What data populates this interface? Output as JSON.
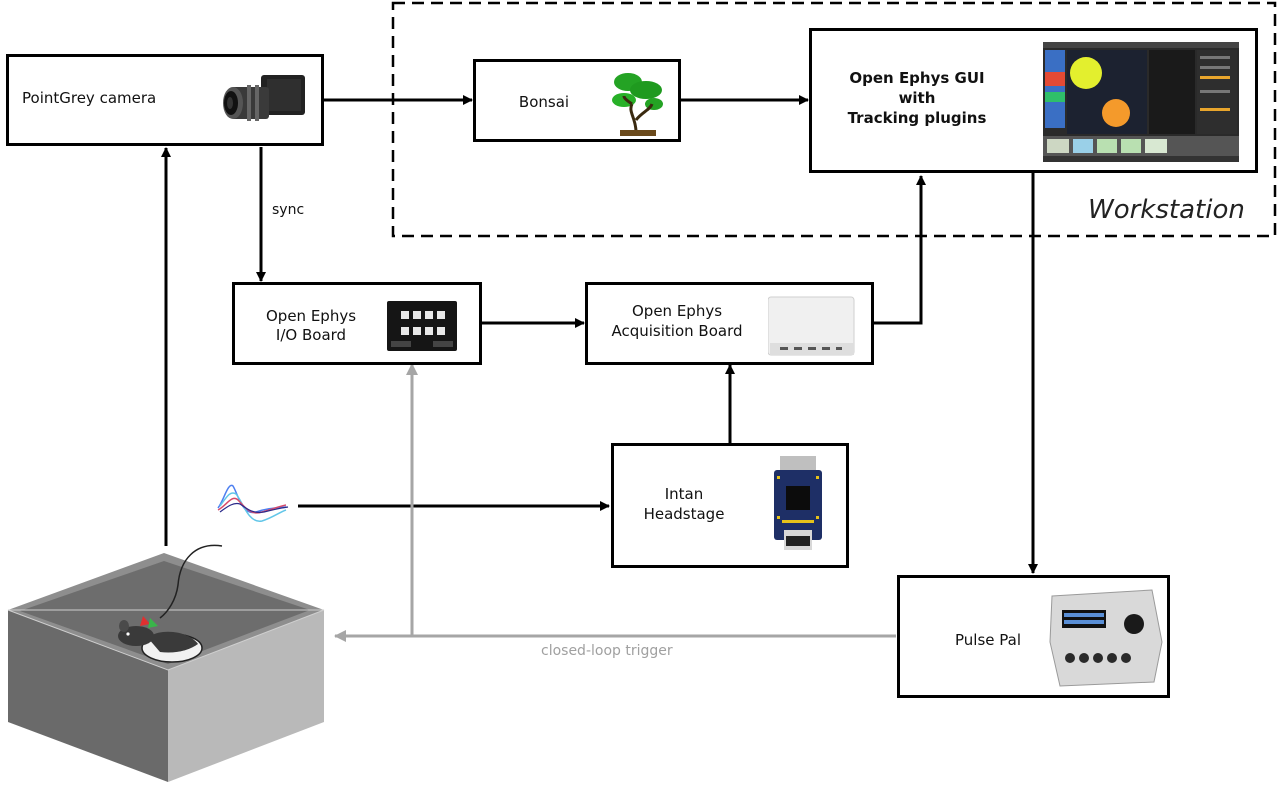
{
  "workstation": {
    "label": "Workstation"
  },
  "nodes": {
    "camera": {
      "label": "PointGrey camera"
    },
    "bonsai": {
      "label": "Bonsai"
    },
    "gui": {
      "line1": "Open Ephys GUI",
      "line2": "with",
      "line3": "Tracking plugins"
    },
    "io_board": {
      "line1": "Open Ephys",
      "line2": "I/O Board"
    },
    "acq_board": {
      "line1": "Open Ephys",
      "line2": "Acquisition Board"
    },
    "headstage": {
      "line1": "Intan",
      "line2": "Headstage"
    },
    "pulse_pal": {
      "label": "Pulse Pal"
    }
  },
  "edges": {
    "sync": "sync",
    "closed_loop": "closed-loop trigger"
  },
  "colors": {
    "edge": "#000000",
    "trigger_edge": "#a6a6a6",
    "trigger_text": "#a0a0a0",
    "gui_screen": "#1c2230",
    "tracked_dot_1": "#e3ef2e",
    "tracked_dot_2": "#f49a2b"
  }
}
